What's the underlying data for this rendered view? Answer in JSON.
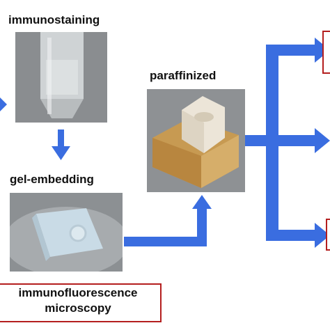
{
  "labels": {
    "immunostaining": "immunostaining",
    "gel_embedding": "gel-embedding",
    "paraffinized": "paraffinized",
    "microscopy_line1": "immunofluorescence",
    "microscopy_line2": "microscopy"
  },
  "colors": {
    "arrow": "#3a6de0",
    "box_border": "#b41e1e",
    "text": "#111111"
  },
  "icons": [
    "arrow-right-icon",
    "arrow-down-icon",
    "arrow-up-icon"
  ]
}
